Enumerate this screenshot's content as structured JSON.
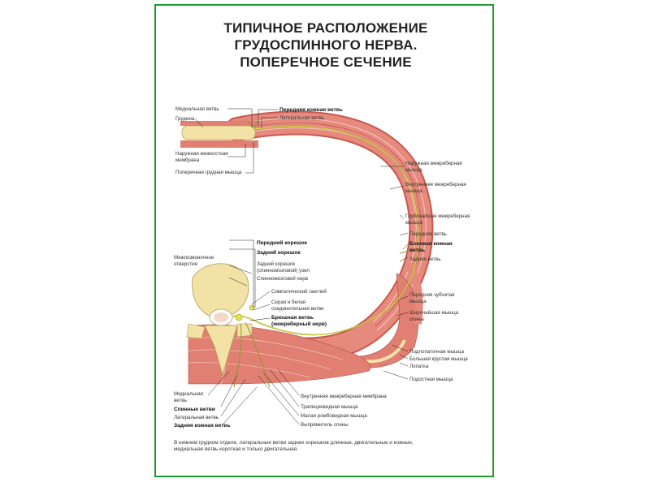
{
  "title": {
    "line1": "ТИПИЧНОЕ РАСПОЛОЖЕНИЕ",
    "line2": "ГРУДОСПИННОГО НЕРВА.",
    "line3": "ПОПЕРЕЧНОЕ СЕЧЕНИЕ"
  },
  "labels": {
    "medial_branch_top": "Медиальная ветвь",
    "sternum": "Грудина",
    "ext_intercostal_membrane_1": "Наружная межкостная",
    "ext_intercostal_membrane_2": "мембрана",
    "transverse_thoracic": "Поперечная грудная мышца",
    "anterior_cutaneous": "Передняя кожная ветвь",
    "lateral_branch_top": "Латеральная ветвь",
    "external_intercostal_1": "Наружная межреберная",
    "external_intercostal_2": "мышца",
    "internal_intercostal_1": "Внутренняя межреберная",
    "internal_intercostal_2": "мышца",
    "innermost_intercostal_1": "Глубочайшая межреберная",
    "innermost_intercostal_2": "мышца",
    "anterior_branch": "Передняя ветвь",
    "lateral_cutaneous_1": "Боковая кожная",
    "lateral_cutaneous_2": "ветвь",
    "posterior_branch": "Задняя ветвь",
    "serratus_anterior_1": "Передняя зубчатая",
    "serratus_anterior_2": "мышца",
    "latissimus_1": "Широчайшая мышца",
    "latissimus_2": "спины",
    "subscapularis": "Подлопаточная мышца",
    "teres_major": "Большая круглая мышца",
    "scapula": "Лопатка",
    "infraspinatus": "Подостная мышца",
    "intervertebral_foramen_1": "Межпозвоночное",
    "intervertebral_foramen_2": "отверстие",
    "anterior_root": "Передний корешок",
    "posterior_root": "Задний корешок",
    "spinal_ganglion_1": "Задний корешок",
    "spinal_ganglion_2": "(спинномозговой) узел",
    "spinal_nerve": "Спинномозговой нерв",
    "sympathetic_ganglion": "Симпатический ганглий",
    "rami_communicantes_1": "Серая и белая",
    "rami_communicantes_2": "соединительная ветви",
    "ventral_branch_1": "Брюшная ветвь",
    "ventral_branch_2": "(межреберный нерв)",
    "medial_branch_bottom_1": "Медиальная",
    "medial_branch_bottom_2": "ветвь",
    "dorsal_branches": "Спинные ветви",
    "lateral_branch_bottom": "Латеральная ветвь",
    "posterior_cutaneous": "Задняя кожная ветвь",
    "internal_intercostal_membrane": "Внутренняя межреберная мембрана",
    "trapezius": "Трапециевидная мышца",
    "rhomboid_minor": "Малая ромбовидная мышца",
    "erector_spinae": "Выпрямитель спины"
  },
  "note": "В нижнем грудном отделе, латеральные ветви задних корешков длинные, двигательные и кожные, медиальная ветвь короткая и только двигательная.",
  "colors": {
    "frame": "#1e9a2e",
    "muscle": "#e07f72",
    "muscle_dark": "#c8584d",
    "bone": "#f2e2a6",
    "nerve": "#e8e24a"
  }
}
